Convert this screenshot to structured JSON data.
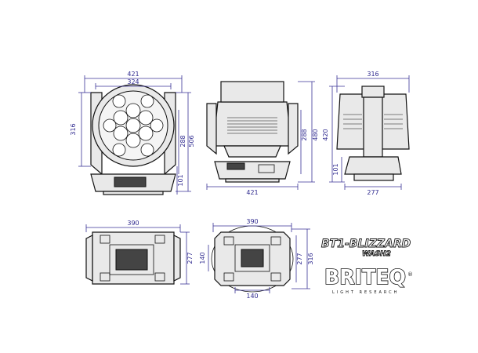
{
  "front_view": {
    "width_outer": "421",
    "width_inner": "324",
    "height_left": "316",
    "height_mid": "288",
    "height_total": "506",
    "base_height": "101"
  },
  "side_view": {
    "width": "421",
    "height_mid": "288",
    "height_total": "480"
  },
  "rear_view": {
    "width": "316",
    "height_total": "420",
    "base_height": "101",
    "base_width": "277"
  },
  "bottom_view": {
    "width": "390",
    "depth": "277"
  },
  "base_view": {
    "width": "390",
    "depth_left": "140",
    "depth_right_a": "277",
    "depth_right_b": "316",
    "width_bottom": "140"
  },
  "product": {
    "model_line1": "BT1-BLIZZARD",
    "model_line2": "WASH2"
  },
  "logo": {
    "name": "BRITEQ",
    "tagline": "LIGHT RESEARCH",
    "registered": "®"
  }
}
